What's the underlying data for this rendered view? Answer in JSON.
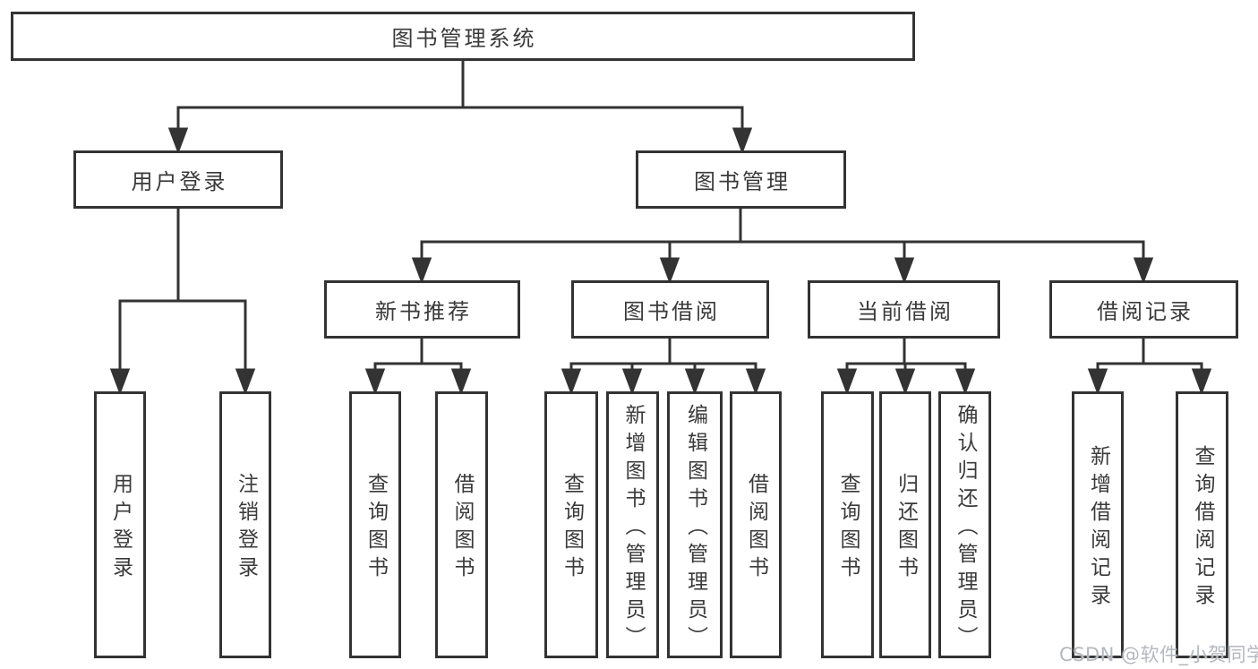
{
  "tree": {
    "label": "图书管理系统",
    "children": [
      {
        "label": "用户登录",
        "children": [
          {
            "label": "用户登录"
          },
          {
            "label": "注销登录"
          }
        ]
      },
      {
        "label": "图书管理",
        "children": [
          {
            "label": "新书推荐",
            "children": [
              {
                "label": "查询图书"
              },
              {
                "label": "借阅图书"
              }
            ]
          },
          {
            "label": "图书借阅",
            "children": [
              {
                "label": "查询图书"
              },
              {
                "label": "新增图书（管理员）"
              },
              {
                "label": "编辑图书（管理员）"
              },
              {
                "label": "借阅图书"
              }
            ]
          },
          {
            "label": "当前借阅",
            "children": [
              {
                "label": "查询图书"
              },
              {
                "label": "归还图书"
              },
              {
                "label": "确认归还（管理员）"
              }
            ]
          },
          {
            "label": "借阅记录",
            "children": [
              {
                "label": "新增借阅记录"
              },
              {
                "label": "查询借阅记录"
              }
            ]
          }
        ]
      }
    ]
  },
  "watermark": {
    "text": "CSDN @软件_小贺同学"
  },
  "colors": {
    "line": "#333333",
    "text": "#3a3a3a",
    "box_background": "#ffffff",
    "watermark": "#b4b8bf"
  }
}
